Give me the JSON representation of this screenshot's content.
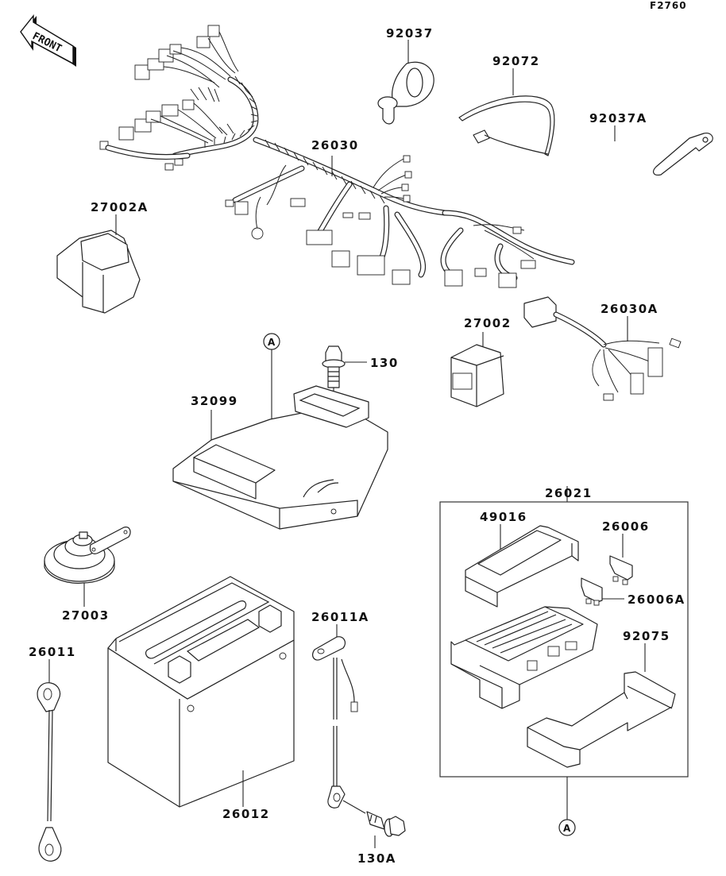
{
  "figure": {
    "code": "F2760",
    "front_indicator": "FRONT",
    "type": "exploded parts diagram"
  },
  "parts": [
    {
      "id": "p-92037",
      "label": "92037",
      "name": "clamp"
    },
    {
      "id": "p-92072",
      "label": "92072",
      "name": "band"
    },
    {
      "id": "p-92037A",
      "label": "92037A",
      "name": "clamp"
    },
    {
      "id": "p-26030",
      "label": "26030",
      "name": "main wiring harness"
    },
    {
      "id": "p-27002A",
      "label": "27002A",
      "name": "relay"
    },
    {
      "id": "p-26030A",
      "label": "26030A",
      "name": "sub harness"
    },
    {
      "id": "p-27002",
      "label": "27002",
      "name": "relay"
    },
    {
      "id": "p-130",
      "label": "130",
      "name": "bolt"
    },
    {
      "id": "p-32099",
      "label": "32099",
      "name": "battery case / tray"
    },
    {
      "id": "p-26021",
      "label": "26021",
      "name": "fuse box assembly"
    },
    {
      "id": "p-49016",
      "label": "49016",
      "name": "fuse box cover"
    },
    {
      "id": "p-26006",
      "label": "26006",
      "name": "fuse"
    },
    {
      "id": "p-26006A",
      "label": "26006A",
      "name": "fuse"
    },
    {
      "id": "p-92075",
      "label": "92075",
      "name": "fuse box bottom cover"
    },
    {
      "id": "p-27003",
      "label": "27003",
      "name": "horn"
    },
    {
      "id": "p-26011A",
      "label": "26011A",
      "name": "lead (positive)"
    },
    {
      "id": "p-26011",
      "label": "26011",
      "name": "lead (negative)"
    },
    {
      "id": "p-26012",
      "label": "26012",
      "name": "battery"
    },
    {
      "id": "p-130A",
      "label": "130A",
      "name": "bolt"
    }
  ],
  "reference_markers": [
    {
      "id": "ref-a-top",
      "label": "A"
    },
    {
      "id": "ref-a-bottom",
      "label": "A"
    }
  ]
}
